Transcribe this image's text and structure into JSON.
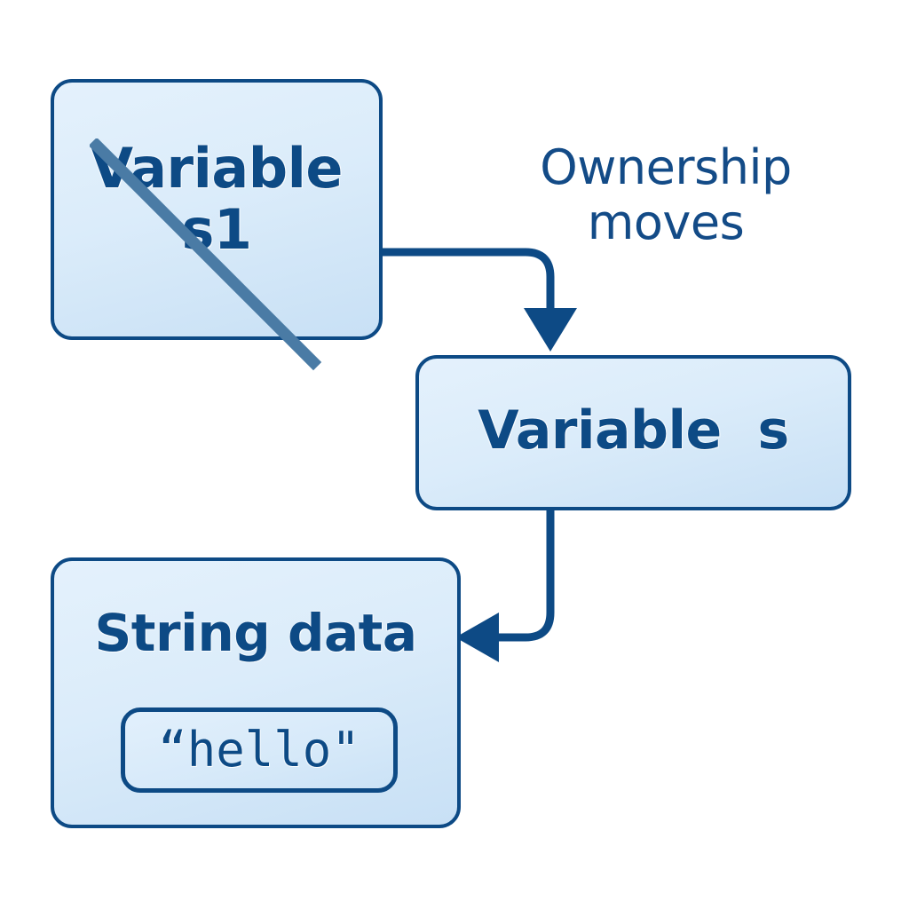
{
  "diagram": {
    "title_text": "Ownership moves",
    "colors": {
      "border": "#0d4a85",
      "text": "#0d4a85",
      "annotation_text": "#134b87",
      "fill_top": "#e4f1fc",
      "fill_bottom": "#c8e0f5",
      "strike": "#4a7ba5",
      "background": "#ffffff"
    },
    "nodes": {
      "source_variable": {
        "label": "Variable\ns1",
        "state": "invalidated",
        "strike_through": true
      },
      "target_variable": {
        "label": "Variable  s",
        "state": "owner"
      },
      "heap_data": {
        "label": "String data",
        "value": "“hello\""
      }
    },
    "edges": [
      {
        "name": "ownership-move-edge",
        "from": "source_variable",
        "to": "target_variable",
        "label": "Ownership moves",
        "arrowhead": "down"
      },
      {
        "name": "points-to-edge",
        "from": "target_variable",
        "to": "heap_data",
        "label": "",
        "arrowhead": "left"
      }
    ],
    "annotation": {
      "line1": "Ownership",
      "line2": "moves"
    }
  }
}
